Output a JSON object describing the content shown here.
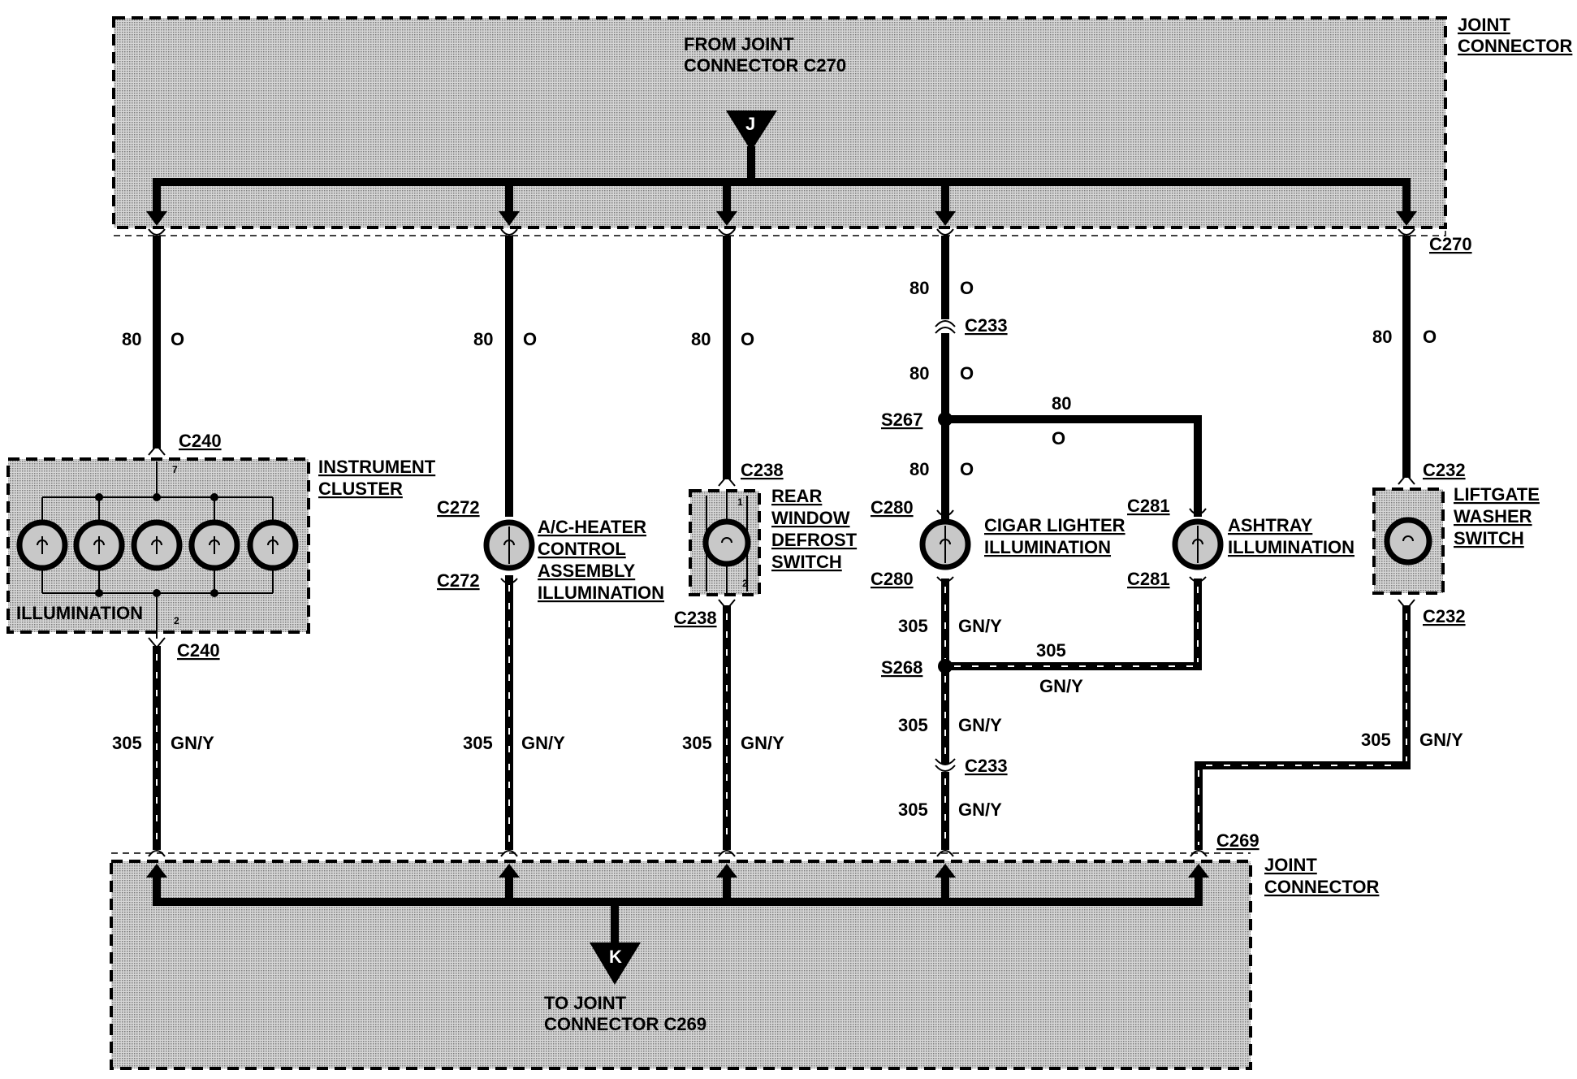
{
  "top_block": {
    "label": "JOINT",
    "label2": "CONNECTOR",
    "from_line1": "FROM JOINT",
    "from_line2": "CONNECTOR C270",
    "pin_letter": "J",
    "connector": "C270"
  },
  "bottom_block": {
    "label": "JOINT",
    "label2": "CONNECTOR",
    "to_line1": "TO JOINT",
    "to_line2": "CONNECTOR C269",
    "pin_letter": "K",
    "connector": "C269"
  },
  "wires": {
    "circuit_80": "80",
    "color_o": "O",
    "circuit_305": "305",
    "color_gny": "GN/Y"
  },
  "components": {
    "instrument_cluster": {
      "line1": "INSTRUMENT",
      "line2": "CLUSTER",
      "inner": "ILLUMINATION",
      "connector": "C240",
      "pin_top": "7",
      "pin_bottom": "2"
    },
    "ac_heater": {
      "line1": "A/C-HEATER",
      "line2": "CONTROL",
      "line3": "ASSEMBLY",
      "line4": "ILLUMINATION",
      "connector": "C272"
    },
    "rear_defrost": {
      "line1": "REAR",
      "line2": "WINDOW",
      "line3": "DEFROST",
      "line4": "SWITCH",
      "connector": "C238",
      "pin_top": "1",
      "pin_bottom": "2"
    },
    "cigar_lighter": {
      "line1": "CIGAR LIGHTER",
      "line2": "ILLUMINATION",
      "connector": "C280",
      "inline": "C233",
      "splice_top": "S267",
      "splice_bottom": "S268"
    },
    "ashtray": {
      "line1": "ASHTRAY",
      "line2": "ILLUMINATION",
      "connector": "C281"
    },
    "liftgate": {
      "line1": "LIFTGATE",
      "line2": "WASHER",
      "line3": "SWITCH",
      "connector": "C232"
    }
  },
  "colors": {
    "ink": "#000000",
    "shade": "#bcbcbc",
    "paper": "#ffffff"
  }
}
